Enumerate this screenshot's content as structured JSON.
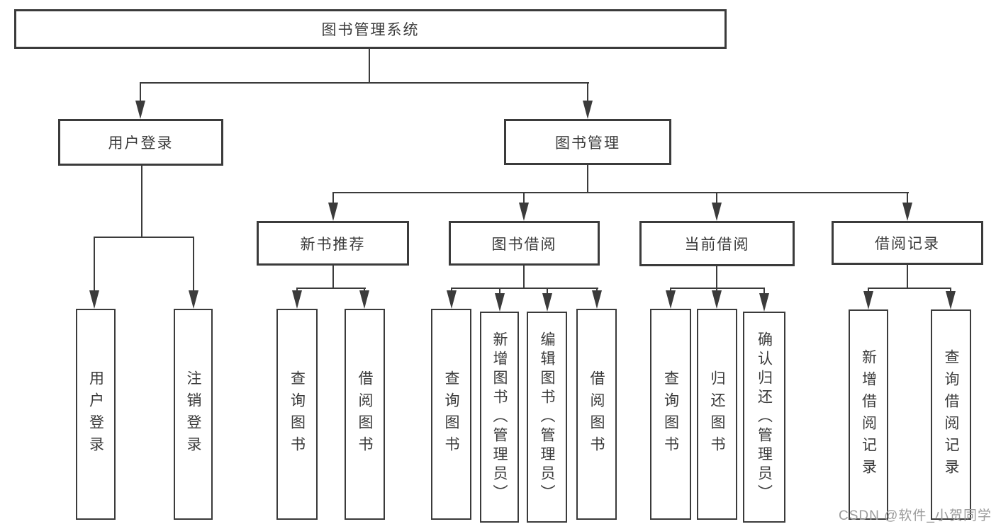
{
  "nodes": {
    "root": "图书管理系统",
    "user_login": "用户登录",
    "book_mgmt": "图书管理",
    "user_login_leaf": "用户登录",
    "logout_leaf": "注销登录",
    "new_book_rec": "新书推荐",
    "book_borrow": "图书借阅",
    "current_borrow": "当前借阅",
    "borrow_record": "借阅记录",
    "nbr_query_book": "查询图书",
    "nbr_borrow_book": "借阅图书",
    "bb_query_book": "查询图书",
    "bb_add_book": "新增图书（管理员）",
    "bb_edit_book": "编辑图书（管理员）",
    "bb_borrow_book": "借阅图书",
    "cb_query_book": "查询图书",
    "cb_return_book": "归还图书",
    "cb_confirm_return": "确认归还（管理员）",
    "br_add_record": "新增借阅记录",
    "br_query_record": "查询借阅记录"
  },
  "watermark": "CSDN @软件_小贺同学",
  "colors": {
    "line": "#3b3b3b",
    "text": "#3a3a3a",
    "background": "#ffffff",
    "watermark": "#9b9b9b"
  }
}
